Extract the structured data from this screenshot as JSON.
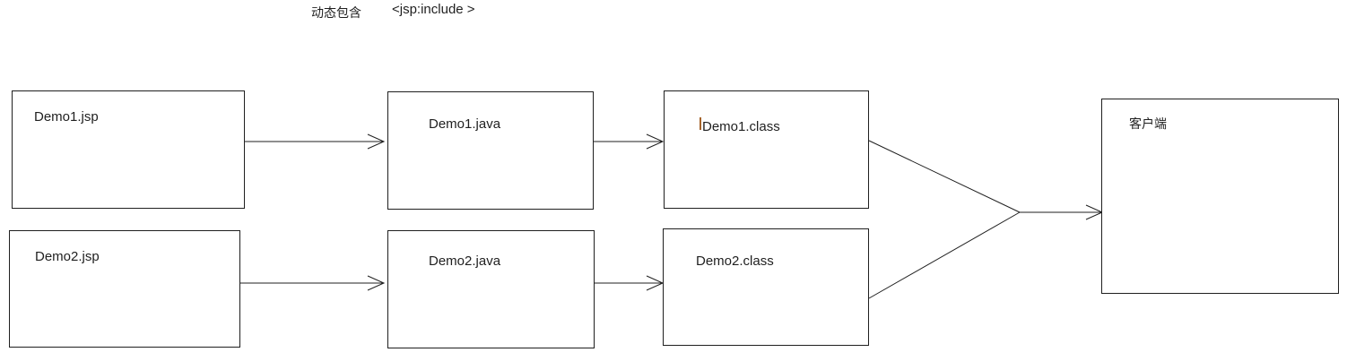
{
  "header": {
    "include_type_label": "动态包含",
    "include_tag_label": "<jsp:include >"
  },
  "diagram": {
    "type": "flow",
    "nodes": {
      "demo1_jsp": {
        "label": "Demo1.jsp"
      },
      "demo1_java": {
        "label": "Demo1.java"
      },
      "demo1_class": {
        "label": "Demo1.class",
        "has_text_cursor": "true"
      },
      "demo2_jsp": {
        "label": "Demo2.jsp"
      },
      "demo2_java": {
        "label": "Demo2.java"
      },
      "demo2_class": {
        "label": "Demo2.class"
      },
      "client": {
        "label": "客户端"
      }
    },
    "edges": [
      {
        "from": "Demo1.jsp",
        "to": "Demo1.java",
        "style": "open-arrow"
      },
      {
        "from": "Demo1.java",
        "to": "Demo1.class",
        "style": "open-arrow"
      },
      {
        "from": "Demo2.jsp",
        "to": "Demo2.java",
        "style": "open-arrow"
      },
      {
        "from": "Demo2.java",
        "to": "Demo2.class",
        "style": "open-arrow"
      },
      {
        "from": "Demo1.class",
        "to": "客户端",
        "style": "merge-then-open-arrow"
      },
      {
        "from": "Demo2.class",
        "to": "客户端",
        "style": "merge-then-open-arrow"
      }
    ],
    "colors": {
      "line": "#1f1f1f",
      "text": "#1f1f1f",
      "box_border": "#1f1f1f",
      "text_cursor": "#a5632a",
      "background": "#ffffff"
    }
  }
}
